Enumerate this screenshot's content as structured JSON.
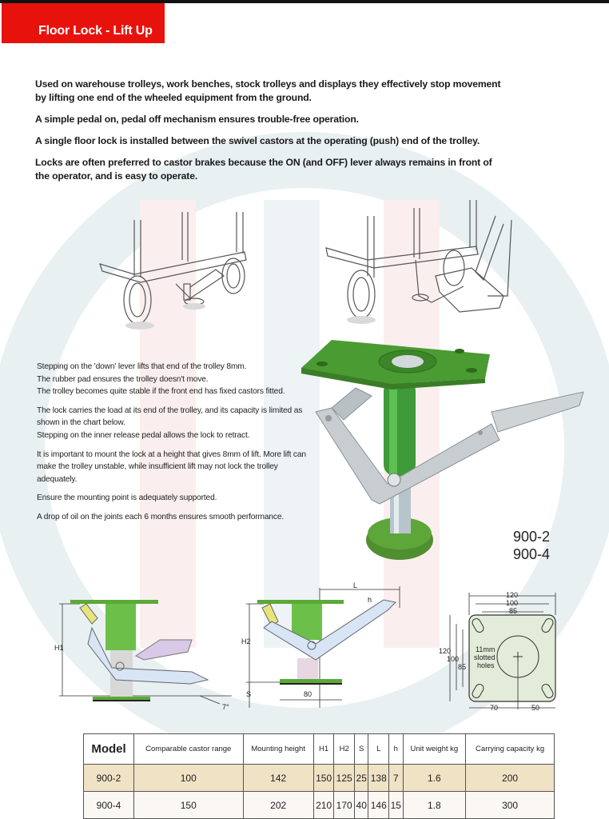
{
  "header": {
    "title": "Floor Lock - Lift Up",
    "band_color": "#e8120c"
  },
  "intro": {
    "paragraphs": [
      "Used on warehouse trolleys, work benches, stock trolleys and displays they effectively stop movement by lifting one end of the wheeled equipment from the ground.",
      "A simple pedal on, pedal off mechanism ensures trouble-free operation.",
      "A single floor lock is installed between the swivel castors at the operating (push) end of the trolley.",
      "Locks are often preferred to castor brakes because the ON (and OFF) lever always remains in front of the operator, and is easy to operate."
    ]
  },
  "notes": {
    "paragraphs": [
      "Stepping on the 'down' lever lifts that end of the trolley 8mm.\nThe rubber pad ensures the trolley doesn't move.\nThe trolley becomes quite stable if the front end has fixed castors fitted.",
      "The lock carries the load at its end of the trolley, and its capacity is limited as shown in the chart below.\nStepping on the inner release pedal allows the lock to retract.",
      "It is important to mount the lock at a height that gives 8mm of lift. More lift can make the trolley unstable, while insufficient lift may not lock the trolley adequately.",
      "Ensure the mounting point is adequately supported.",
      "A drop of oil on the joints each 6 months ensures smooth performance."
    ]
  },
  "product": {
    "models": [
      "900-2",
      "900-4"
    ],
    "plate_color": "#4e9a32"
  },
  "diagrams": {
    "side_left": {
      "labels": {
        "h1": "H1",
        "angle": "7°"
      }
    },
    "side_right": {
      "labels": {
        "h2": "H2",
        "s": "S",
        "l": "L",
        "h": "h",
        "width": "80"
      }
    },
    "plate": {
      "top_dims": [
        "120",
        "100",
        "85"
      ],
      "left_dims": [
        "120",
        "100",
        "85"
      ],
      "bottom_dims": [
        "70",
        "50"
      ],
      "hole_note": [
        "11mm",
        "slotted",
        "holes"
      ]
    }
  },
  "table": {
    "headers": [
      "Model",
      "Comparable castor range",
      "Mounting height",
      "H1",
      "H2",
      "S",
      "L",
      "h",
      "Unit weight kg",
      "Carrying capacity kg"
    ],
    "rows": [
      [
        "900-2",
        "100",
        "142",
        "150",
        "125",
        "25",
        "138",
        "7",
        "1.6",
        "200"
      ],
      [
        "900-4",
        "150",
        "202",
        "210",
        "170",
        "40",
        "146",
        "15",
        "1.8",
        "300"
      ]
    ],
    "row_colors": [
      "#efe2c5",
      "#fbf8f4"
    ]
  }
}
